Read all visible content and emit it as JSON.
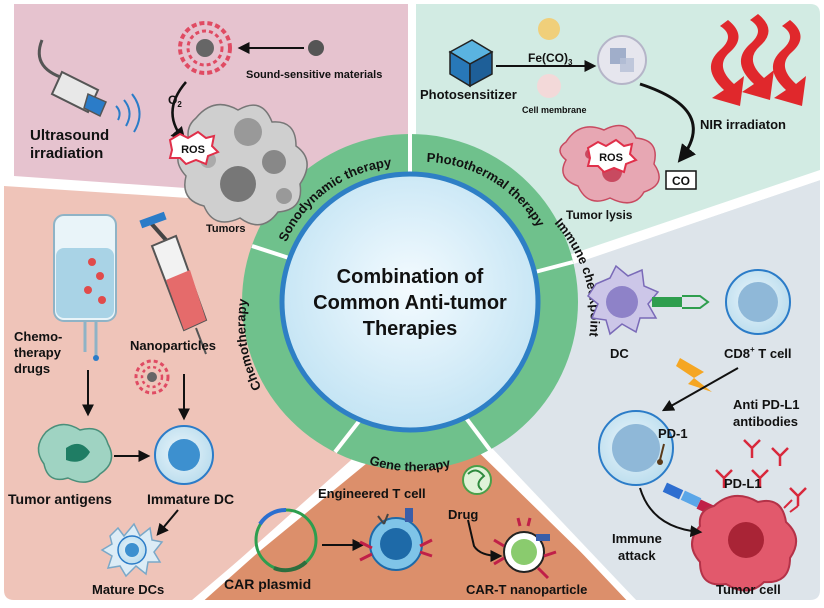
{
  "center": {
    "title_line1": "Combination of",
    "title_line2": "Common Anti-tumor",
    "title_line3": "Therapies"
  },
  "ring": {
    "sonodynamic": "Sonodynamic therapy",
    "photothermal": "Photothermal therapy",
    "immune": "Immune checkpoint",
    "gene": "Gene therapy",
    "chemo": "Chemotherapy"
  },
  "sono": {
    "sound_materials": "Sound-sensitive materials",
    "o2": "O",
    "o2_sub": "2",
    "ros": "ROS",
    "ultrasound_line1": "Ultrasound",
    "ultrasound_line2": "irradiation",
    "tumors": "Tumors"
  },
  "photo": {
    "fe_co": "Fe(CO)",
    "fe_co_sub": "3",
    "photosensitizer": "Photosensitizer",
    "cell_membrane": "Cell membrane",
    "nir": "NIR irradiaton",
    "ros": "ROS",
    "co": "CO",
    "tumor_lysis": "Tumor lysis"
  },
  "immune": {
    "dc": "DC",
    "cd8_pre": "CD8",
    "cd8_sup": "+",
    "cd8_post": " T cell",
    "anti_line1": "Anti PD-L1",
    "anti_line2": "antibodies",
    "pd1": "PD-1",
    "pdl1": "PD-L1",
    "attack_line1": "Immune",
    "attack_line2": "attack",
    "tumor_cell": "Tumor cell"
  },
  "gene": {
    "engineered": "Engineered T cell",
    "drug": "Drug",
    "car_plasmid": "CAR plasmid",
    "car_t": "CAR-T nanoparticle"
  },
  "chemo": {
    "drugs_line1": "Chemo-",
    "drugs_line2": "therapy",
    "drugs_line3": "drugs",
    "nanoparticles": "Nanoparticles",
    "tumor_antigens": "Tumor antigens",
    "immature": "Immature DC",
    "mature": "Mature DCs"
  },
  "colors": {
    "sono_bg": "#e6c3cf",
    "photo_bg": "#d2ebe3",
    "chemo_bg": "#efc4b9",
    "immune_bg": "#dde4ea",
    "gene_bg": "#dc8f6b",
    "ring": "#6fc18c",
    "center": "#cfeaf6",
    "center_border": "#2e7fc5"
  }
}
